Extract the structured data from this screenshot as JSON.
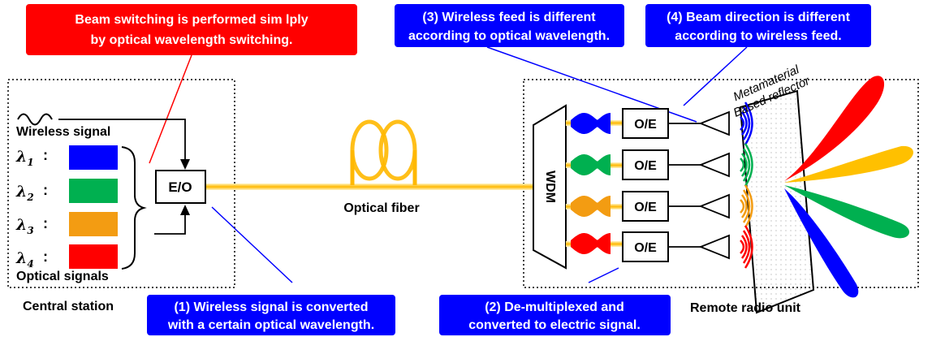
{
  "callouts": {
    "red": {
      "line1": "Beam switching is performed sim lply",
      "line2": "by optical wavelength switching.",
      "color": "#ff0000"
    },
    "c3": {
      "line1": "(3) Wireless feed is different",
      "line2": "according to optical wavelength.",
      "color": "#0000ff"
    },
    "c4": {
      "line1": "(4) Beam direction is different",
      "line2": "according to wireless feed.",
      "color": "#0000ff"
    },
    "c1": {
      "line1": "(1) Wireless signal is converted",
      "line2": "with a certain optical wavelength.",
      "color": "#0000ff"
    },
    "c2": {
      "line1": "(2) De-multiplexed and",
      "line2": "converted to electric signal.",
      "color": "#0000ff"
    }
  },
  "labels": {
    "wireless_signal": "Wireless signal",
    "optical_signals": "Optical signals",
    "central_station": "Central station",
    "optical_fiber": "Optical fiber",
    "remote_radio_unit": "Remote radio unit",
    "eo": "E/O",
    "oe": "O/E",
    "wdm": "WDM",
    "metamaterial_line1": "Metamaterial",
    "metamaterial_line2": "Based reflector",
    "colon": ":"
  },
  "wavelengths": [
    {
      "symbol": "λ",
      "index": "1",
      "color": "#0000ff"
    },
    {
      "symbol": "λ",
      "index": "2",
      "color": "#00b050"
    },
    {
      "symbol": "λ",
      "index": "3",
      "color": "#f39c12"
    },
    {
      "symbol": "λ",
      "index": "4",
      "color": "#ff0000"
    }
  ],
  "colors": {
    "fiber": "#ffc000",
    "beam_red": "#ff0000",
    "beam_yellow": "#ffc000",
    "beam_green": "#00b050",
    "beam_blue": "#0000ff"
  }
}
